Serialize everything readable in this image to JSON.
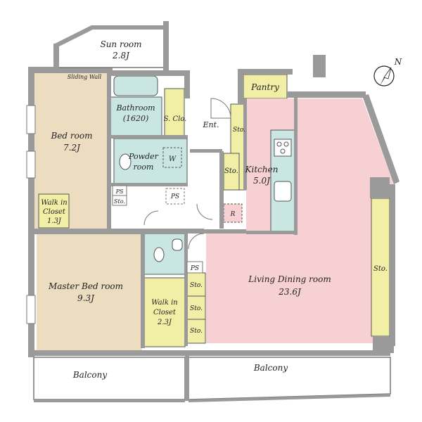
{
  "rooms": {
    "sun_room": {
      "name": "Sun room",
      "size": "2.8J"
    },
    "sliding_wall": "Sliding Wall",
    "bed_room": {
      "name": "Bed room",
      "size": "7.2J"
    },
    "walk_in_closet_small": {
      "line1": "Walk in",
      "line2": "Closet",
      "size": "1.3J"
    },
    "bathroom": {
      "name": "Bathroom",
      "spec": "(1620)"
    },
    "s_clo": "S. Clo.",
    "ent": "Ent.",
    "powder_room": {
      "line1": "Powder",
      "line2": "room"
    },
    "w": "W",
    "pantry": "Pantry",
    "sto_entry": "Sto.",
    "sto_center": "Sto.",
    "kitchen": {
      "name": "Kitchen",
      "size": "5.0J"
    },
    "ps_left": "PS",
    "sto_left": "Sto.",
    "ps_center": "PS",
    "r": "R",
    "ps_bath": "PS",
    "master_bed_room": {
      "name": "Master Bed room",
      "size": "9.3J"
    },
    "walk_in_closet_master": {
      "line1": "Walk in",
      "line2": "Closet",
      "size": "2.3J"
    },
    "sto_stack": [
      "Sto.",
      "Sto.",
      "Sto."
    ],
    "living_dining": {
      "name": "Living Dining room",
      "size": "23.6J"
    },
    "sto_right": "Sto.",
    "balcony_left": "Balcony",
    "balcony_right": "Balcony"
  },
  "compass": {
    "label": "N",
    "icon": "north-arrow-icon"
  },
  "colors": {
    "wall": "#9a9a9a",
    "bedroom": "#ecdcc0",
    "wet_area": "#c9e6e2",
    "storage": "#f1efa6",
    "living": "#f6d0d3"
  }
}
